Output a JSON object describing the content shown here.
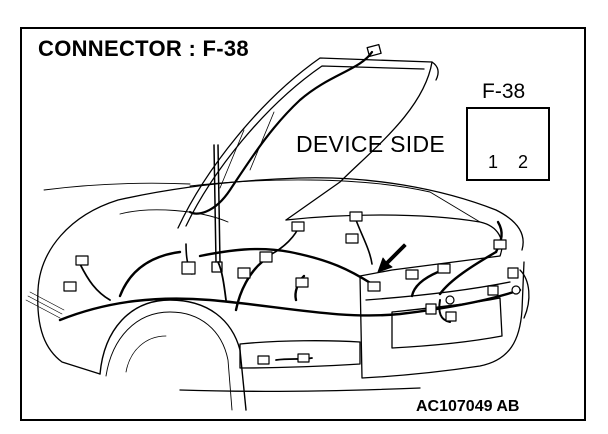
{
  "title": "CONNECTOR : F-38",
  "device_side_label": "DEVICE SIDE",
  "connector": {
    "id": "F-38",
    "terminals": [
      "1",
      "2"
    ]
  },
  "figure_code": "AC107049 AB",
  "colors": {
    "line": "#000000",
    "background": "#ffffff"
  }
}
